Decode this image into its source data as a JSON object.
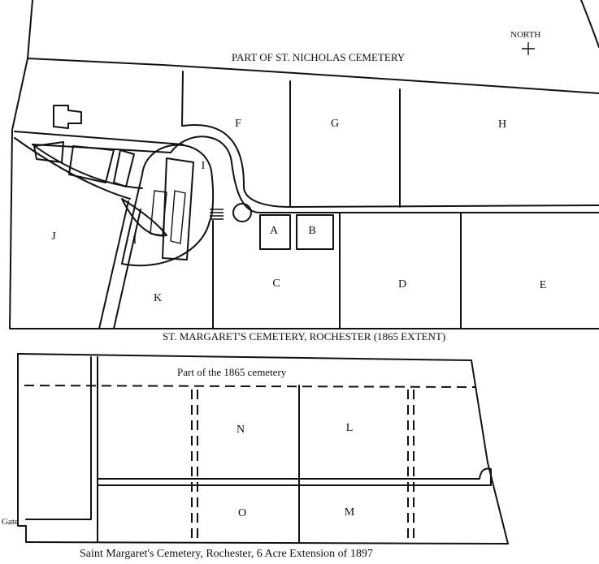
{
  "top_map": {
    "north_label": "NORTH",
    "header_label": "PART OF ST. NICHOLAS CEMETERY",
    "caption": "ST. MARGARET'S CEMETERY, ROCHESTER (1865 EXTENT)",
    "plots": [
      "F",
      "G",
      "H",
      "I",
      "I",
      "J",
      "K",
      "A",
      "B",
      "C",
      "D",
      "E"
    ]
  },
  "bottom_map": {
    "header_label": "Part of the 1865 cemetery",
    "caption": "Saint Margaret's Cemetery, Rochester, 6 Acre Extension of 1897",
    "gate_label": "Gate",
    "plots": [
      "N",
      "L",
      "O",
      "M"
    ]
  }
}
